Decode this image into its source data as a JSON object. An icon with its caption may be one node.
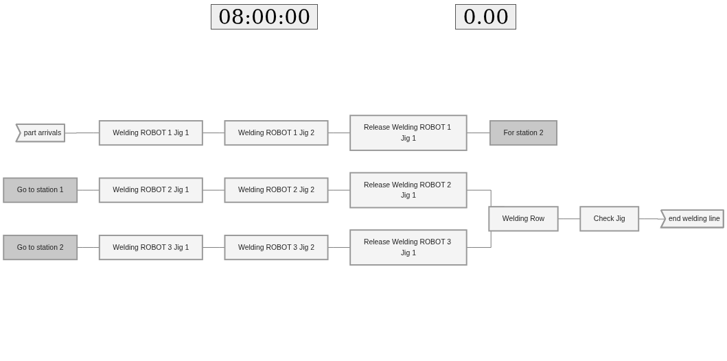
{
  "diagram": {
    "nodes": [
      {
        "text": [
          "part arrivals"
        ]
      },
      {
        "text": [
          "Welding ROBOT 1 Jig 1"
        ]
      },
      {
        "text": [
          "Welding ROBOT 1 Jig 2"
        ]
      },
      {
        "text": [
          "Release Welding ROBOT 1 Jig 1"
        ]
      },
      {
        "text": [
          "For station 2"
        ]
      },
      {
        "text": [
          "Go to station 1"
        ]
      },
      {
        "text": [
          "Welding ROBOT 2 Jig 1"
        ]
      },
      {
        "text": [
          "Welding ROBOT 2 Jig 2"
        ]
      },
      {
        "text": [
          "Release Welding ROBOT 2 Jig 1"
        ]
      },
      {
        "text": [
          "Go to station 2"
        ]
      },
      {
        "text": [
          "Welding ROBOT 3 Jig 1"
        ]
      },
      {
        "text": [
          "Welding ROBOT 3 Jig 2"
        ]
      },
      {
        "text": [
          "Release Welding ROBOT 3 Jig 1"
        ]
      },
      {
        "text": [
          "Welding Row"
        ]
      },
      {
        "text": [
          "Check Jig"
        ]
      },
      {
        "text": [
          "end welding line"
        ]
      }
    ],
    "edges": [
      {
        "from": 0,
        "to": 1,
        "arrow": "none"
      },
      {
        "from": 1,
        "to": 2,
        "arrow": "none"
      },
      {
        "from": 2,
        "to": 3,
        "arrow": "none"
      },
      {
        "from": 3,
        "to": 4,
        "arrow": "none"
      },
      {
        "from": 5,
        "to": 6,
        "arrow": "none"
      },
      {
        "from": 6,
        "to": 7,
        "arrow": "none"
      },
      {
        "from": 7,
        "to": 8,
        "arrow": "none"
      },
      {
        "from": 8,
        "to": 13,
        "arrow": "none"
      },
      {
        "from": 9,
        "to": 10,
        "arrow": "none"
      },
      {
        "from": 10,
        "to": 11,
        "arrow": "none"
      },
      {
        "from": 11,
        "to": 12,
        "arrow": "none"
      },
      {
        "from": 12,
        "to": 13,
        "arrow": "none"
      },
      {
        "from": 13,
        "to": 14,
        "arrow": "none"
      },
      {
        "from": 14,
        "to": 15,
        "arrow": "none"
      }
    ],
    "labels": [
      "08:00:00",
      "0.00"
    ]
  }
}
